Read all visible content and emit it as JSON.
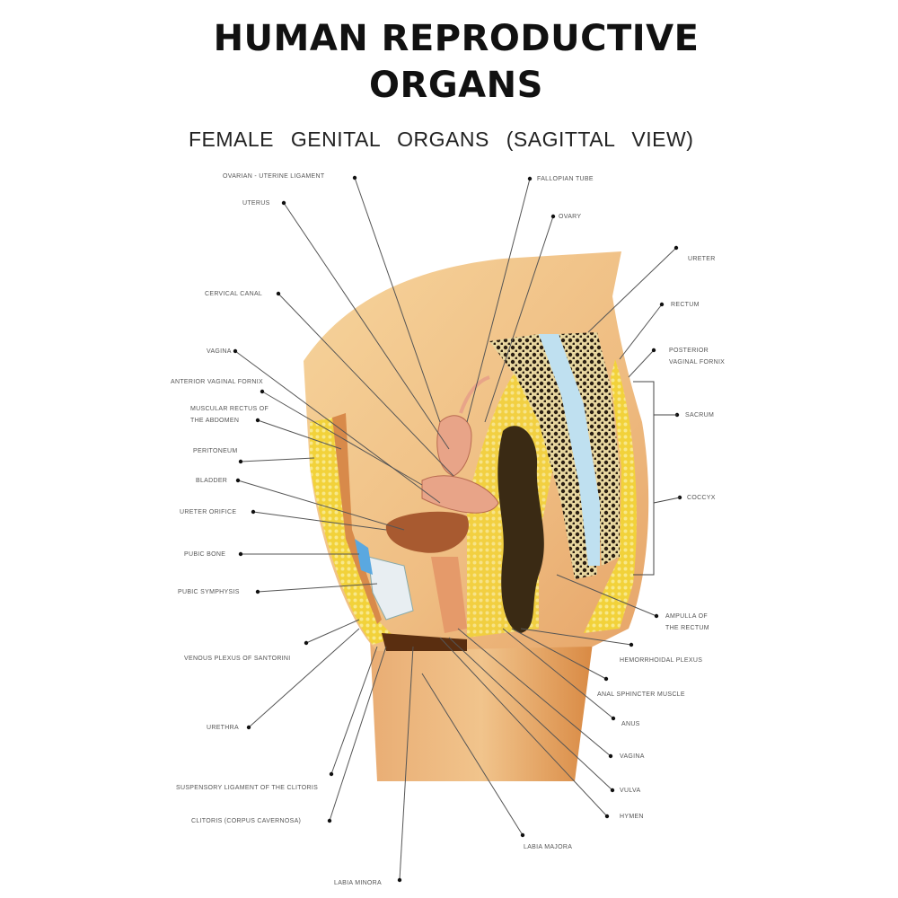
{
  "title": {
    "line1": "HUMAN REPRODUCTIVE",
    "line2": "ORGANS"
  },
  "subtitle": "FEMALE   GENITAL   ORGANS   (SAGITTAL VIEW)",
  "labels_left": [
    "OVARIAN - UTERINE LIGAMENT",
    "UTERUS",
    "CERVICAL CANAL",
    "VAGINA",
    "ANTERIOR VAGINAL FORNIX",
    "MUSCULAR RECTUS OF",
    "THE ABDOMEN",
    "PERITONEUM",
    "BLADDER",
    "URETER ORIFICE",
    "PUBIC BONE",
    "PUBIC SYMPHYSIS",
    "VENOUS PLEXUS OF SANTORINI",
    "URETHRA",
    "SUSPENSORY LIGAMENT OF THE CLITORIS",
    "CLITORIS (CORPUS CAVERNOSA)",
    "LABIA MINORA"
  ],
  "labels_right": [
    "FALLOPIAN TUBE",
    "OVARY",
    "URETER",
    "RECTUM",
    "POSTERIOR",
    "VAGINAL FORNIX",
    "SACRUM",
    "COCCYX",
    "AMPULLA OF",
    "THE RECTUM",
    "HEMORRHOIDAL PLEXUS",
    "ANAL SPHINCTER MUSCLE",
    "ANUS",
    "VAGINA",
    "VULVA",
    "HYMEN",
    "LABIA MAJORA"
  ],
  "colors": {
    "skin": "#f0c48a",
    "fat": "#f2d23a",
    "bone": "#2a1e12",
    "rectum": "#3a2a14",
    "uterus": "#e8a488",
    "blue": "#bfe0f0"
  }
}
